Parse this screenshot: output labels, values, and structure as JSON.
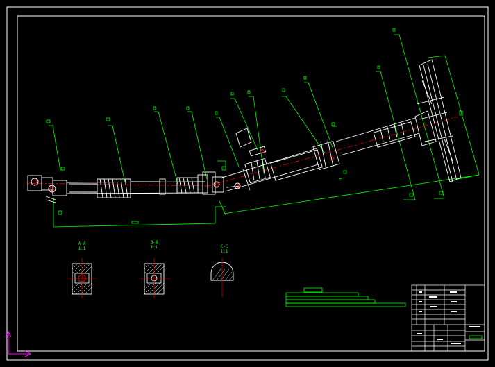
{
  "drawing": {
    "background": "#000000",
    "colors": {
      "frame": "#ffffff",
      "part": "#ffffff",
      "leader": "#00ff00",
      "centerline": "#ff0000",
      "ucs": "#ff00ff"
    }
  },
  "sections": [
    {
      "name": "A-A",
      "scale": "1:1"
    },
    {
      "name": "B-B",
      "scale": "1:1"
    },
    {
      "name": "C-C",
      "scale": "1:1"
    }
  ]
}
